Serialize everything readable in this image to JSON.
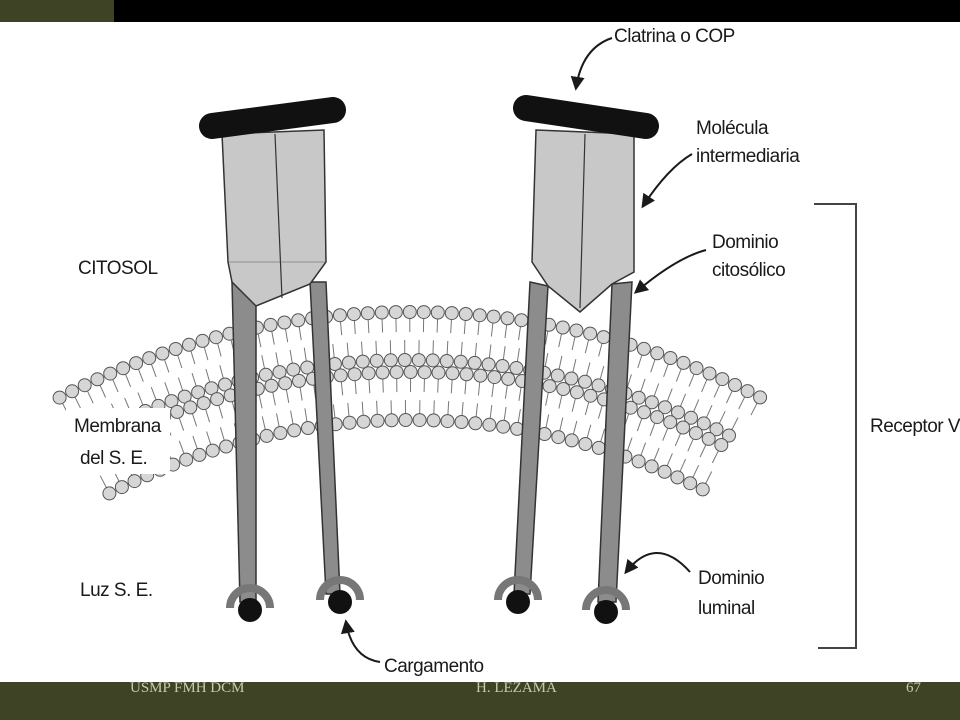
{
  "diagram": {
    "labels": {
      "clathrin": "Clatrina o COP",
      "intermediate_line1": "Molécula",
      "intermediate_line2": "intermediaria",
      "cyto_domain_line1": "Dominio",
      "cyto_domain_line2": "citosólico",
      "cytosol": "CITOSOL",
      "membrane_line1": "Membrana",
      "membrane_line2": "del S. E.",
      "receptor": "Receptor V",
      "lumen": "Luz S. E.",
      "luminal_line1": "Dominio",
      "luminal_line2": "luminal",
      "cargo": "Cargamento"
    }
  },
  "footer": {
    "left": "USMP FMH DCM",
    "center": "H. LEZAMA",
    "page": "67"
  },
  "colors": {
    "footer_bg": "#3f4326",
    "top_bar": "#000000",
    "protein_fill": "#c8c8c8",
    "stalk_fill": "#8c8c8c",
    "cap": "#111111"
  }
}
